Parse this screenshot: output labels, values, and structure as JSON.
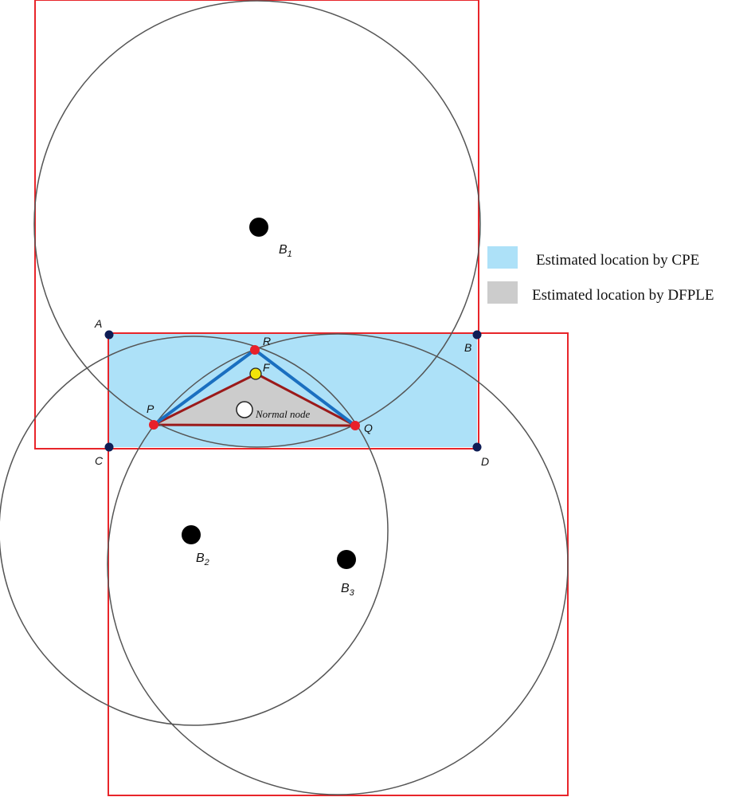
{
  "colors": {
    "cpe_fill": "#ade1f8",
    "dfple_fill": "#cccccc",
    "square": "#e8252a",
    "circle": "#555555",
    "ar_lines": "#1a6fc0",
    "fm_lines": "#9b1a1a",
    "red_point": "#e8202a",
    "corner_point": "#0f1d55",
    "yellow_point": "#f2e40a"
  },
  "legend": {
    "cpe": "Estimated location by CPE",
    "dfple": "Estimated location by DFPLE"
  },
  "beacons": {
    "b1": {
      "letter": "B",
      "sub": "1"
    },
    "b2": {
      "letter": "B",
      "sub": "2"
    },
    "b3": {
      "letter": "B",
      "sub": "3"
    }
  },
  "corners": {
    "a": "A",
    "b": "B",
    "c": "C",
    "d": "D"
  },
  "points": {
    "p": "P",
    "q": "Q",
    "r": "R",
    "f": "F"
  },
  "normal_node": "Normal node"
}
